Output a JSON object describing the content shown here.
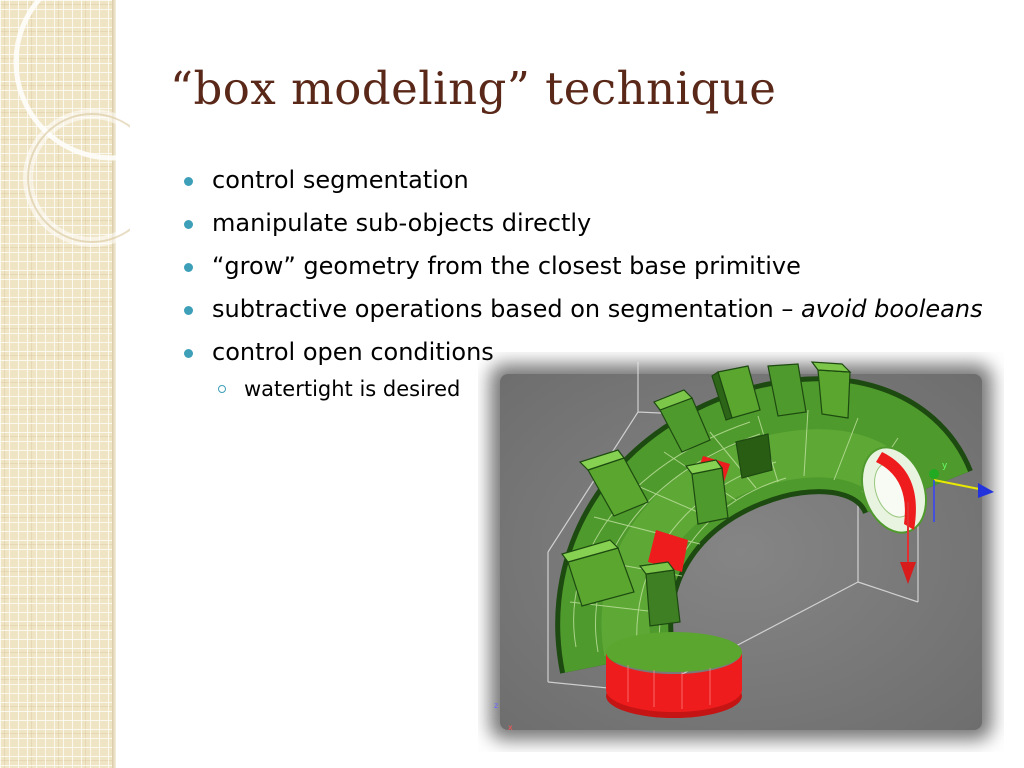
{
  "slide": {
    "title": "“box modeling” technique",
    "bullets": [
      {
        "text": "control segmentation"
      },
      {
        "text": "manipulate sub-objects directly"
      },
      {
        "text": "“grow” geometry from the closest base primitive"
      },
      {
        "text": "subtractive operations based on segmentation – ",
        "emphasis": "avoid booleans"
      },
      {
        "text": "control open conditions"
      }
    ],
    "sub_bullets": [
      {
        "text": "watertight is desired"
      }
    ]
  },
  "figure": {
    "description_icon": "3d-bent-tube-model",
    "gizmo_labels": {
      "x": "x",
      "y": "y",
      "z": "z"
    },
    "colors": {
      "viewport": "#7b7b7b",
      "model_green": "#4f9a2c",
      "model_dark_green": "#1f4a0f",
      "model_red": "#ee1c1c",
      "bullet": "#3d9fb8",
      "title": "#5a2818"
    }
  }
}
